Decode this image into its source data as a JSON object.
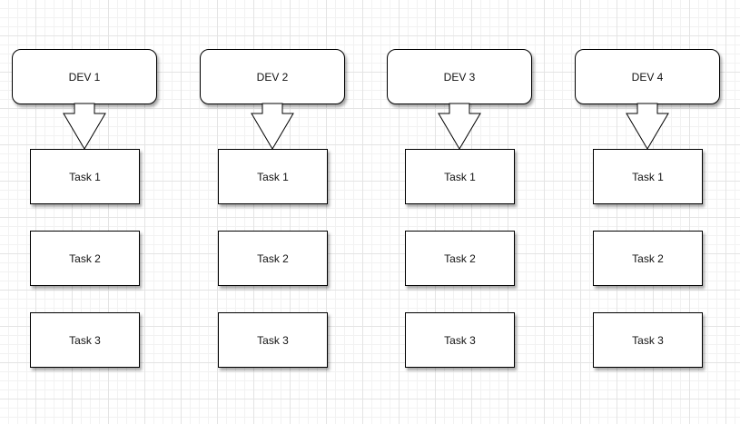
{
  "columns": [
    {
      "dev_label": "DEV 1",
      "tasks": [
        "Task 1",
        "Task 2",
        "Task 3"
      ]
    },
    {
      "dev_label": "DEV 2",
      "tasks": [
        "Task 1",
        "Task 2",
        "Task 3"
      ]
    },
    {
      "dev_label": "DEV 3",
      "tasks": [
        "Task 1",
        "Task 2",
        "Task 3"
      ]
    },
    {
      "dev_label": "DEV 4",
      "tasks": [
        "Task 1",
        "Task 2",
        "Task 3"
      ]
    }
  ],
  "icons": {
    "arrow": "down-arrow-icon"
  },
  "colors": {
    "background": "#ffffff",
    "grid": "#e4e4e4",
    "stroke": "#000000",
    "fill": "#ffffff"
  }
}
